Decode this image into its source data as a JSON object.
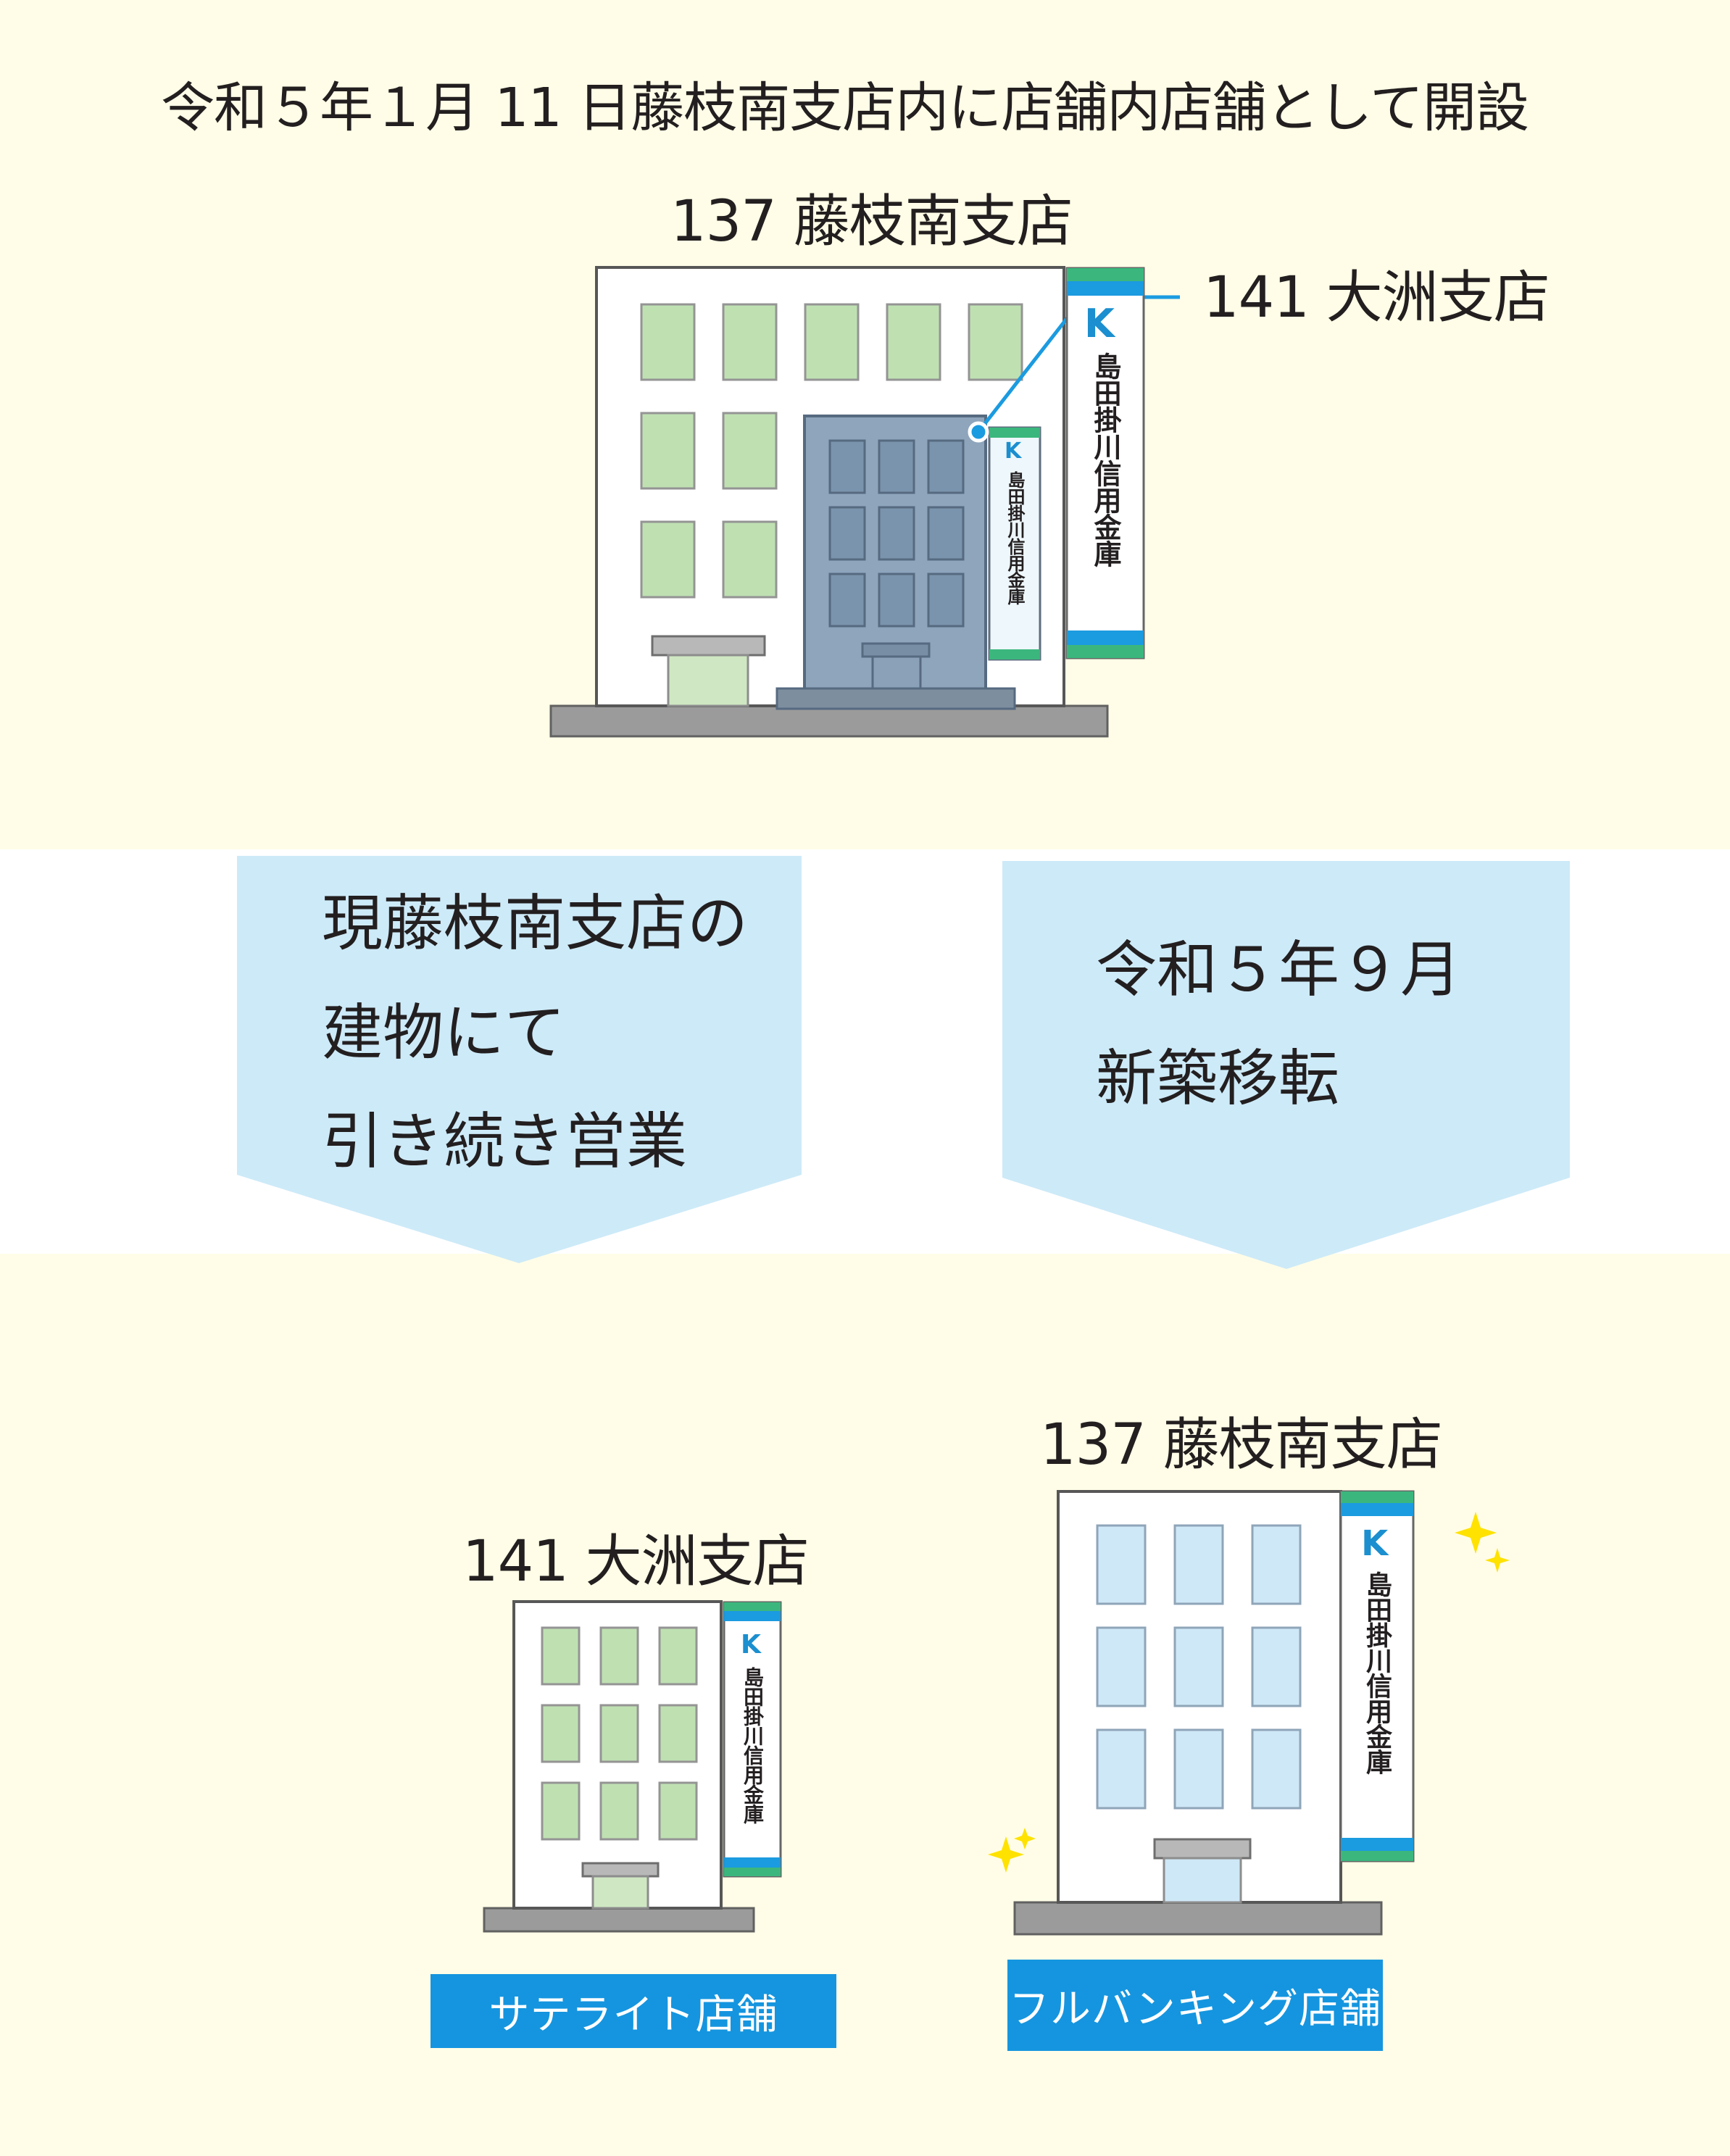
{
  "headline": "令和５年１月 11 日藤枝南支店内に店舗内店舗として開設",
  "top_scene": {
    "main_branch_label": "137 藤枝南支店",
    "sub_branch_label": "141 大洲支店",
    "sign_text": "島田掛川信用金庫",
    "sign_logo": "K"
  },
  "arrows": [
    {
      "lines": [
        "現藤枝南支店の",
        "建物にて",
        "引き続き営業"
      ]
    },
    {
      "lines": [
        "令和５年９月",
        "新築移転"
      ]
    }
  ],
  "bottom_left": {
    "branch_label": "141 大洲支店",
    "sign_text": "島田掛川信用金庫",
    "sign_logo": "K",
    "badge": "サテライト店舗"
  },
  "bottom_right": {
    "branch_label": "137 藤枝南支店",
    "sign_text": "島田掛川信用金庫",
    "sign_logo": "K",
    "badge": "フルバンキング店舗"
  },
  "colors": {
    "cream": "#fffde7",
    "light_blue": "#cdeaf8",
    "badge_blue": "#1595df",
    "leader_line": "#1b9be0",
    "green_window": "#bfe1b2",
    "gray_ground": "#9c9c9c",
    "sparkle": "#ffe200"
  }
}
